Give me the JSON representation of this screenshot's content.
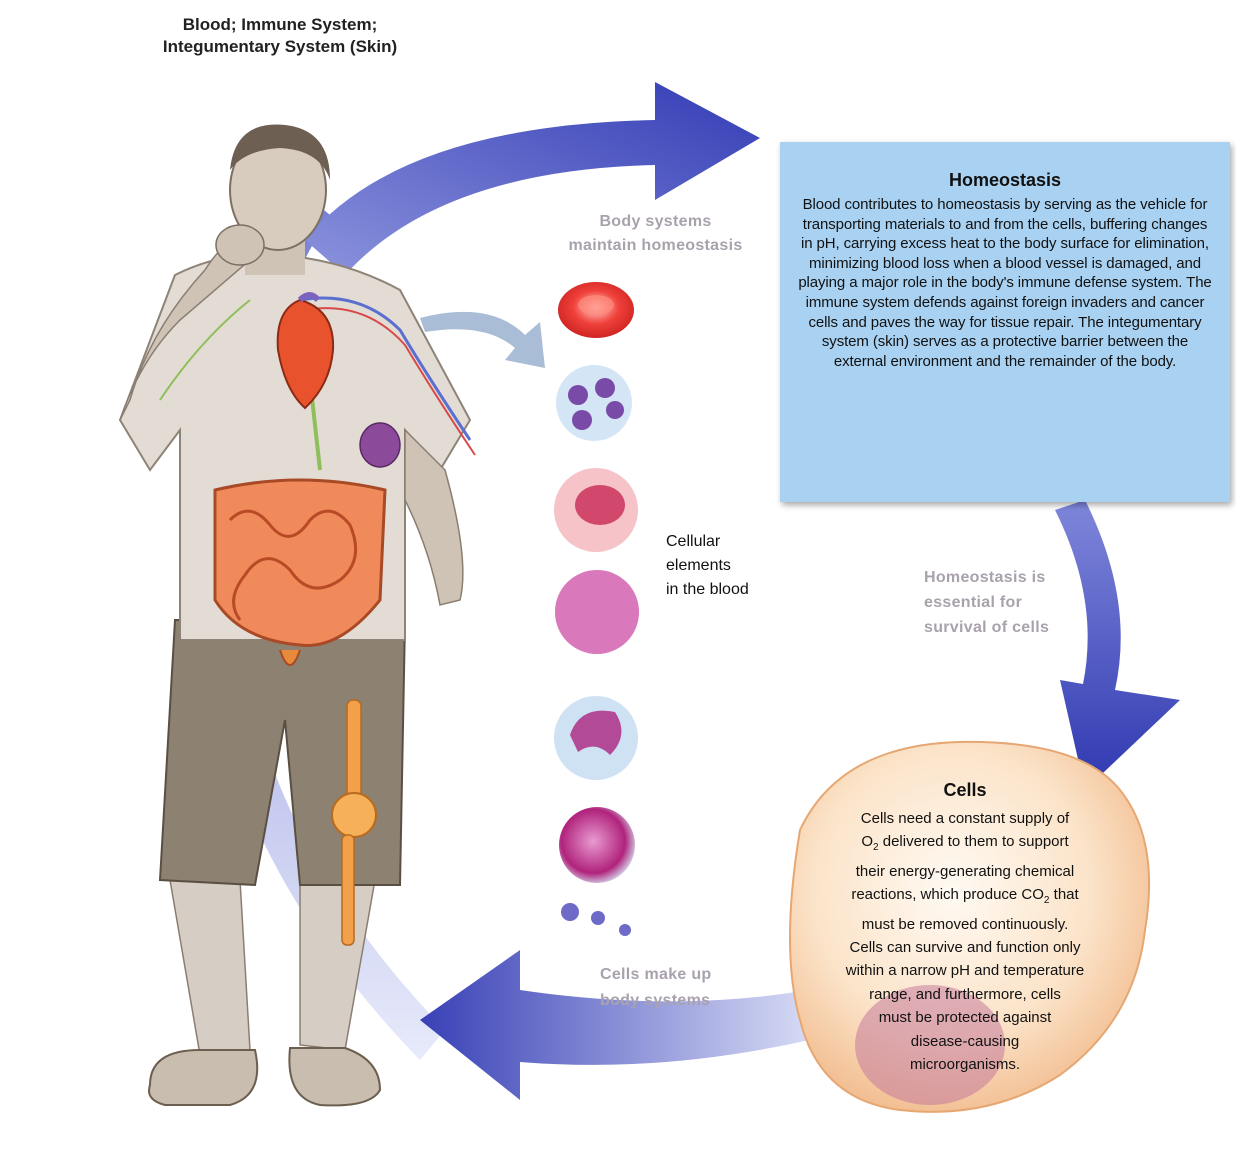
{
  "title": {
    "line1": "Blood; Immune System;",
    "line2": "Integumentary System (Skin)"
  },
  "labels": {
    "body_systems": [
      "Body systems",
      "maintain homeostasis"
    ],
    "homeostasis_essential": [
      "Homeostasis is",
      "essential for",
      "survival of cells"
    ],
    "cells_make_up": [
      "Cells make up",
      "body systems"
    ],
    "cellular_elements": [
      "Cellular",
      "elements",
      "in the blood"
    ]
  },
  "homeostasis": {
    "heading": "Homeostasis",
    "body": "Blood contributes to homeostasis by serving as the vehicle for transporting materials to and from the cells, buffering changes in pH, carrying excess heat to the body surface for elimination, minimizing blood loss when a blood vessel is damaged, and playing a major role in the body's immune defense system. The immune system defends against foreign invaders and cancer cells and paves the way for tissue repair. The integumentary system (skin) serves as a protective barrier between the external environment and the remainder of the body."
  },
  "cells": {
    "heading": "Cells",
    "line1": "Cells need a constant supply of",
    "line2_pre": "O",
    "line2_sub": "2",
    "line2_post": " delivered to them to support",
    "line3": "their energy-generating chemical",
    "line4_pre": "reactions, which produce CO",
    "line4_sub": "2",
    "line4_post": " that",
    "line5": "must be removed continuously.",
    "line6": "Cells can survive and function only",
    "line7": "within a narrow pH and temperature",
    "line8": "range, and furthermore, cells",
    "line9": "must be protected against",
    "line10": "disease-causing",
    "line11": "microorganisms."
  },
  "colors": {
    "arrow_dark": "#3a43b8",
    "arrow_light": "#b9c2ee",
    "homeostasis_box": "#a9d2f2",
    "cell_fill": "#f9d3b0",
    "label_gray": "#a9a2ad"
  }
}
